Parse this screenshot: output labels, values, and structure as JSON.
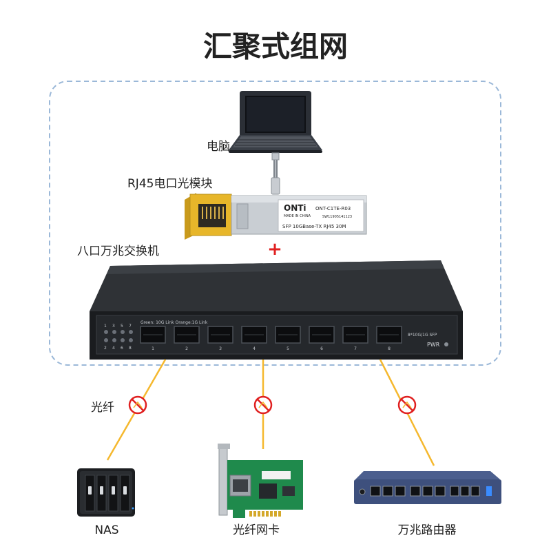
{
  "title": "汇聚式组网",
  "labels": {
    "laptop": "电脑",
    "module": "RJ45电口光模块",
    "switch": "八口万兆交换机",
    "fiber": "光纤",
    "nas": "NAS",
    "nic": "光纤网卡",
    "router": "万兆路由器",
    "plus": "+"
  },
  "module_label": {
    "brand": "ONTi",
    "made_in": "MADE IN CHINA",
    "model": "ONT-C1TE-R03",
    "serial": "SW11905141123",
    "spec": "SFP  10GBase-TX  RJ45  30M"
  },
  "switch_panel": {
    "legend": "Green: 10G Link  Orange:1G Link",
    "port_type": "8*10G/1G SFP",
    "pwr": "PWR",
    "led_top": [
      "1",
      "3",
      "5",
      "7"
    ],
    "led_bottom": [
      "2",
      "4",
      "6",
      "8"
    ],
    "ports": [
      "1",
      "2",
      "3",
      "4",
      "5",
      "6",
      "7",
      "8"
    ]
  },
  "colors": {
    "fiber": "#f5b82e",
    "dash_border": "#9bb8d8",
    "plus": "#e02020",
    "no_sign": "#e02020"
  }
}
